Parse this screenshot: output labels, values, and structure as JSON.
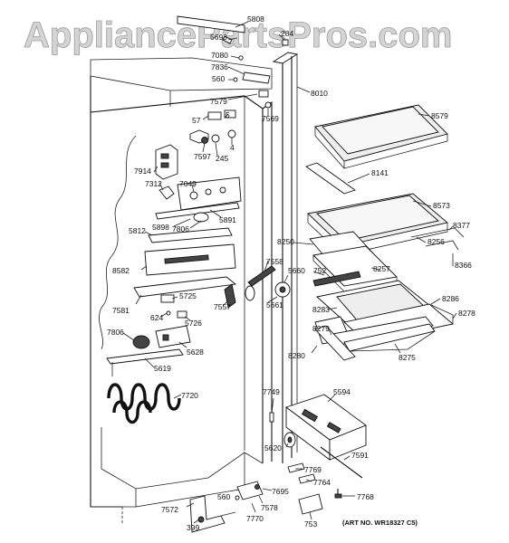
{
  "watermark": "AppliancePartsPros.com",
  "art_number": "(ART NO. WR18327 C5)",
  "parts": {
    "p5808": "5808",
    "p5693": "5693",
    "p284": "284",
    "p7080": "7080",
    "p7836": "7836",
    "p560a": "560",
    "p7579": "7579",
    "p8010": "8010",
    "p7569": "7569",
    "p8579": "8579",
    "p57": "57",
    "p5": "5",
    "p4": "4",
    "p7597": "7597",
    "p245": "245",
    "p7914": "7914",
    "p8141": "8141",
    "p7312": "7312",
    "p7049": "7049",
    "p5898": "5898",
    "p7806a": "7806",
    "p5891": "5891",
    "p8573": "8573",
    "p8377": "8377",
    "p8256": "8256",
    "p5812": "5812",
    "p8250": "8250",
    "p8366": "8366",
    "p8582": "8582",
    "p7558": "7558",
    "p5660": "5660",
    "p752": "752",
    "p8257": "8257",
    "p5725": "5725",
    "p7557": "7557",
    "p5661": "5661",
    "p8286": "8286",
    "p8283": "8283",
    "p8278": "8278",
    "p7581": "7581",
    "p624": "624",
    "p5726": "5726",
    "p8279": "8279",
    "p7806b": "7806",
    "p5628": "5628",
    "p8280": "8280",
    "p8275": "8275",
    "p5619": "5619",
    "p7720": "7720",
    "p7749": "7749",
    "p5594": "5594",
    "p5620": "5620",
    "p7591": "7591",
    "p7769": "7769",
    "p7764": "7764",
    "p7695": "7695",
    "p560b": "560",
    "p7768": "7768",
    "p7572": "7572",
    "p7578": "7578",
    "p7770": "7770",
    "p399": "399",
    "p753": "753"
  }
}
